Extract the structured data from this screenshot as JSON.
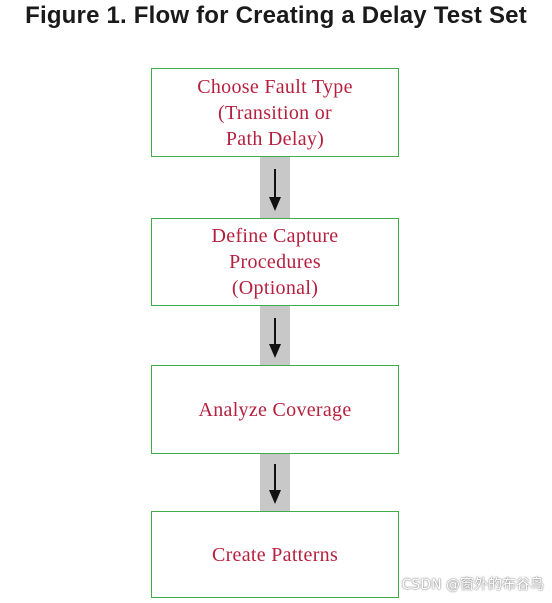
{
  "title": "Figure 1. Flow for Creating a Delay Test Set",
  "steps": [
    {
      "label": "Choose Fault Type\n(Transition or\nPath Delay)"
    },
    {
      "label": "Define Capture\nProcedures\n(Optional)"
    },
    {
      "label": "Analyze Coverage"
    },
    {
      "label": "Create Patterns"
    }
  ],
  "watermark": "CSDN @窗外的布谷鸟",
  "colors": {
    "box_border": "#3fae4a",
    "box_text": "#b5203e",
    "connector_bg": "#c8c8c8",
    "arrow": "#111111"
  }
}
